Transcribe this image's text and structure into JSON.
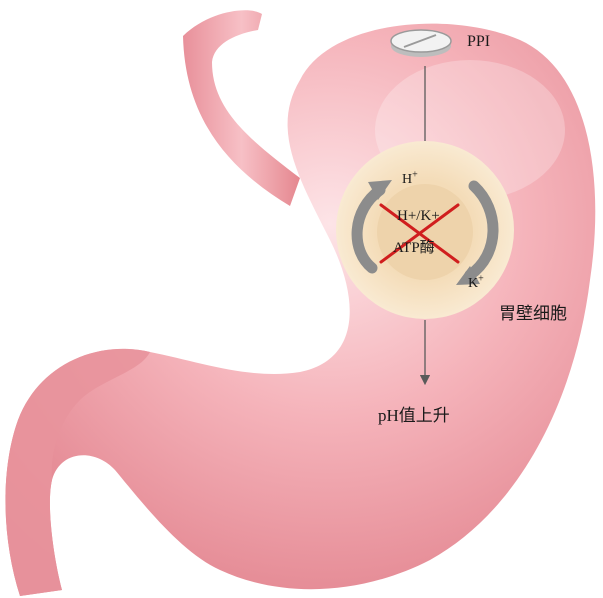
{
  "labels": {
    "drug": "PPI",
    "h_ion_base": "H",
    "h_ion_charge": "+",
    "k_ion_base": "K",
    "k_ion_charge": "+",
    "enzyme_line1": "H+/K+",
    "enzyme_line2": "ATP酶",
    "cell": "胃壁细胞",
    "result": "pH值上升"
  },
  "colors": {
    "stomach_body": "#ee9aa2",
    "stomach_light": "#fbd8dc",
    "cell_ring": "#f6e2c2",
    "cell_core": "#eed3ab",
    "block_cross": "#d01e1e",
    "cycle_arrow": "#8c8c8c",
    "flow_arrow": "#5a5a5a"
  },
  "icons": {
    "drug": "pill-tablet-icon",
    "block": "red-x-cross-icon",
    "cycle": "circular-arrows-icon"
  }
}
